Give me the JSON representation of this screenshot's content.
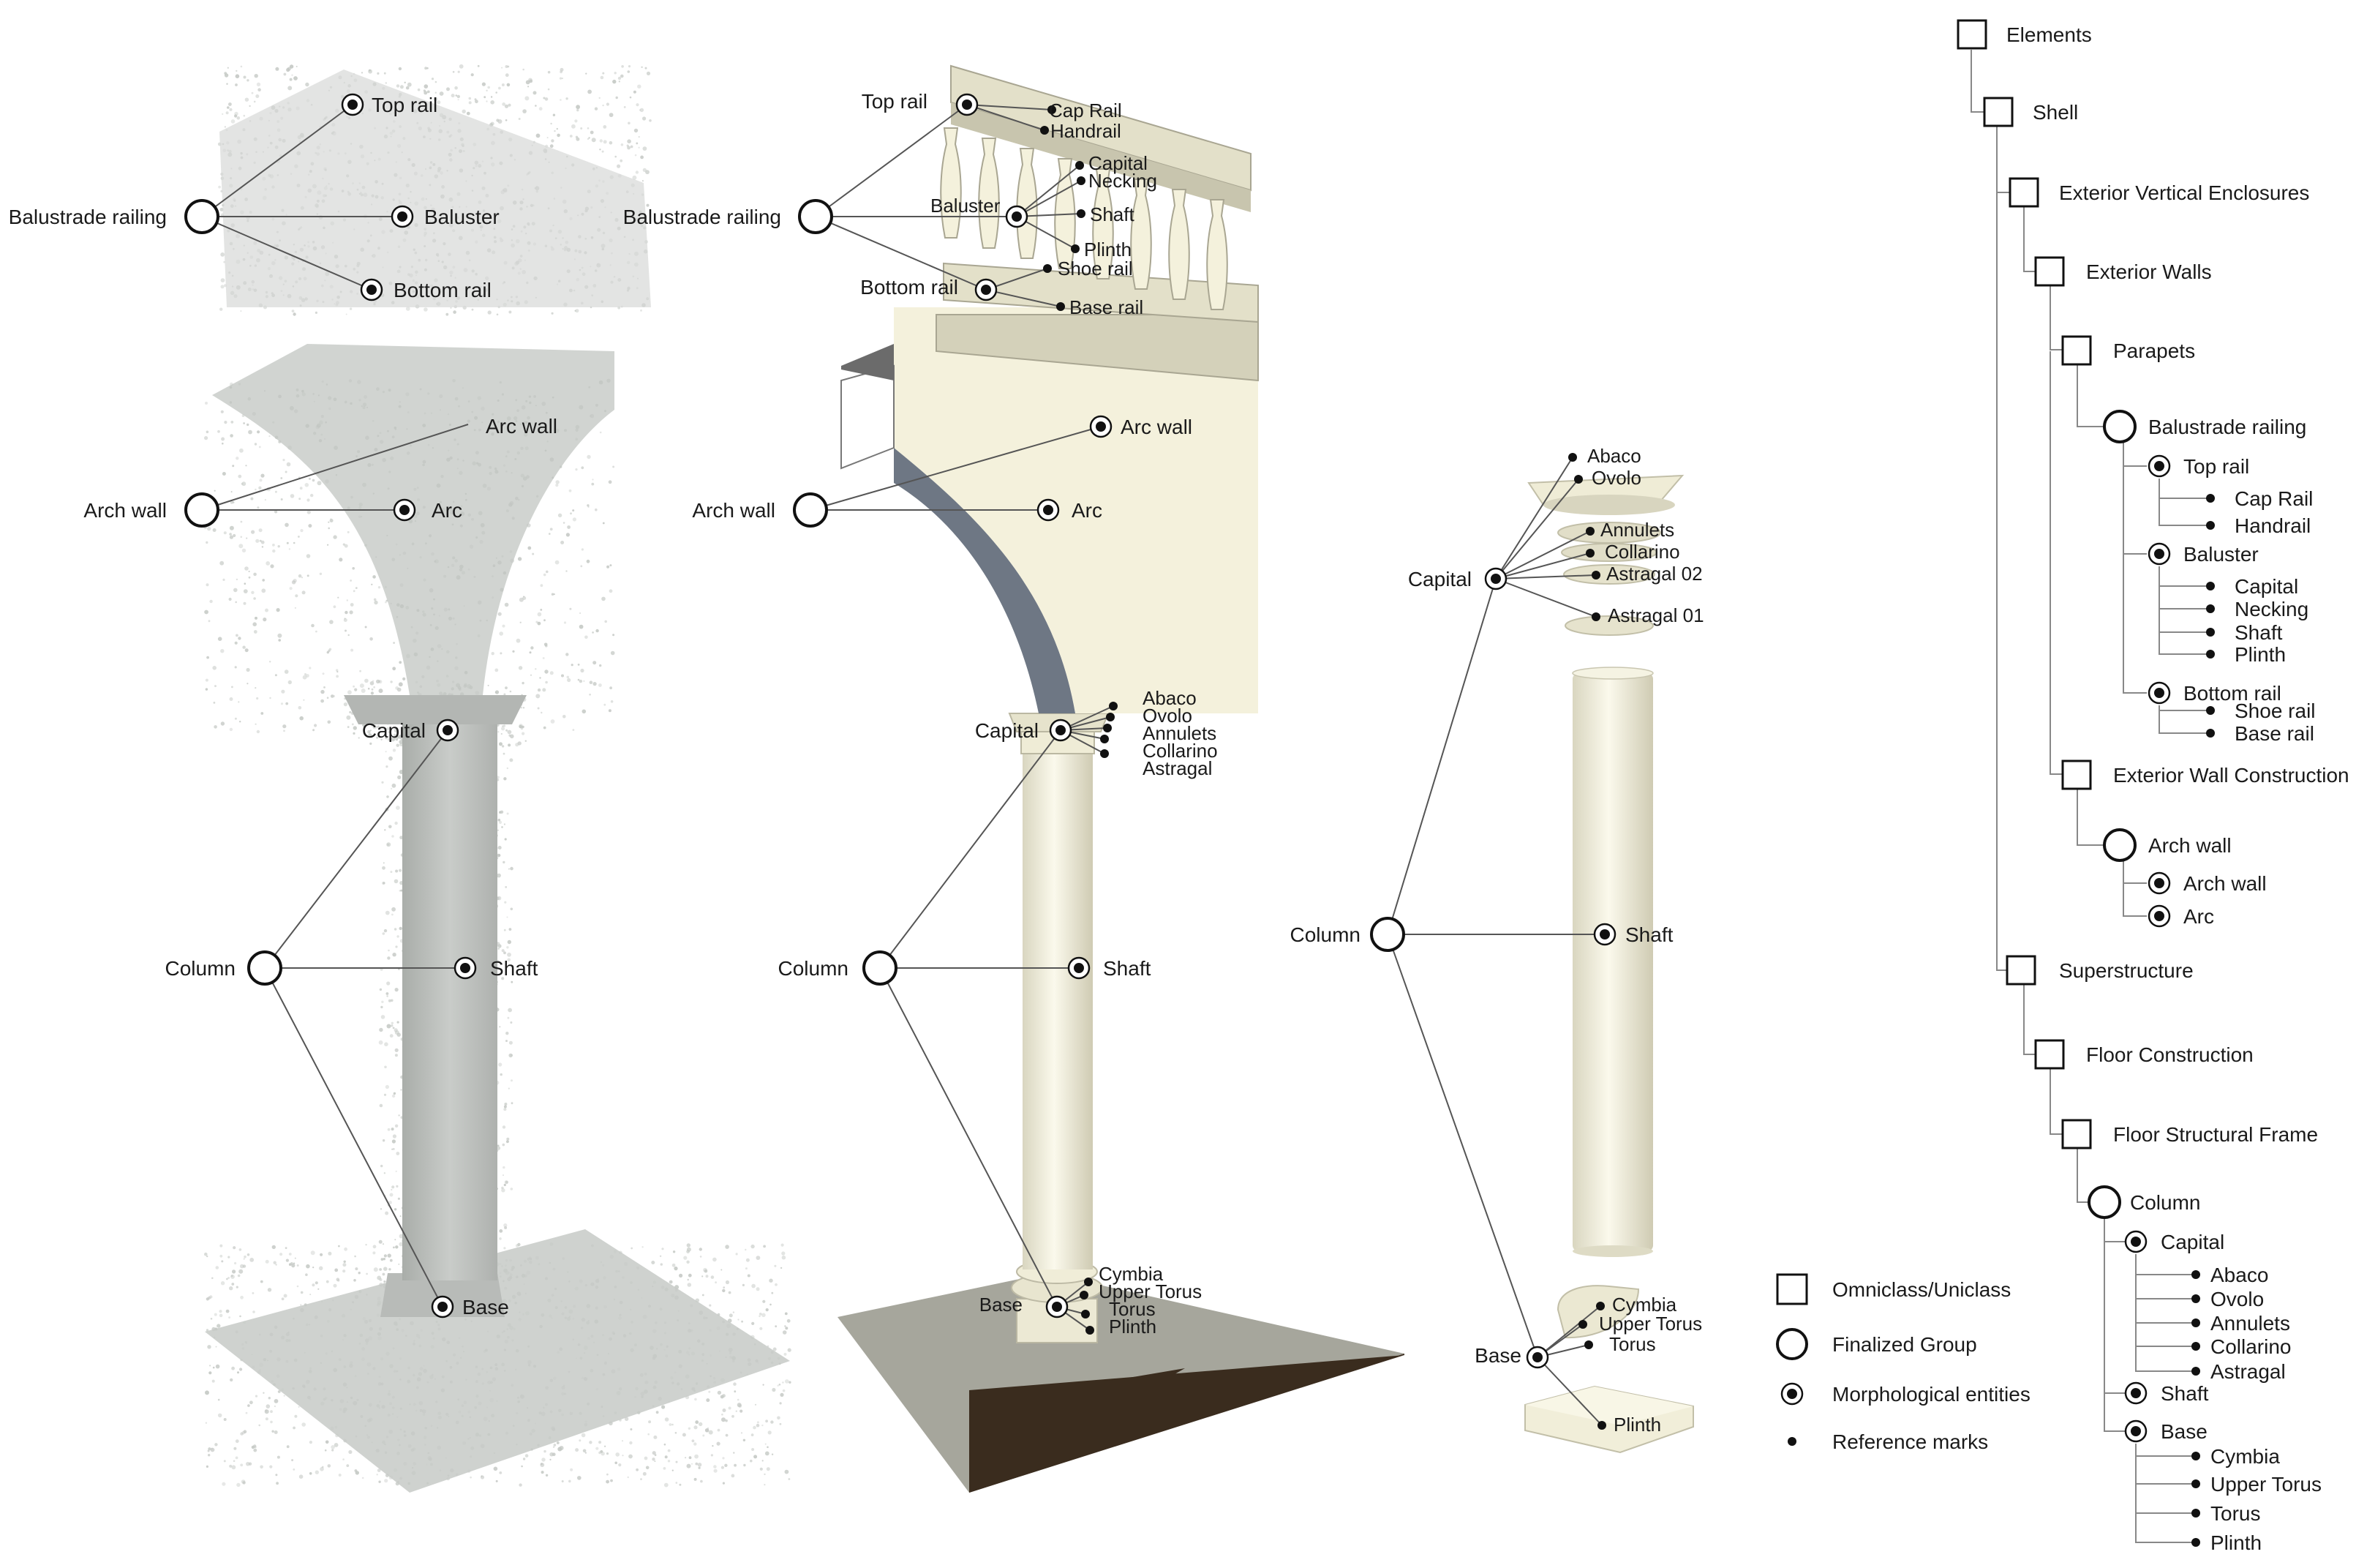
{
  "pointcloud": {
    "balustrade": "Balustrade railing",
    "top_rail": "Top rail",
    "baluster": "Baluster",
    "bottom_rail": "Bottom rail",
    "arch_wall_group": "Arch wall",
    "arc_wall": "Arc wall",
    "arc": "Arc",
    "capital": "Capital",
    "column": "Column",
    "shaft": "Shaft",
    "base": "Base"
  },
  "model": {
    "balustrade": "Balustrade railing",
    "top_rail": "Top rail",
    "cap_rail": "Cap Rail",
    "handrail": "Handrail",
    "baluster": "Baluster",
    "capital_b": "Capital",
    "necking": "Necking",
    "shaft_b": "Shaft",
    "plinth_b": "Plinth",
    "bottom_rail": "Bottom rail",
    "shoe_rail": "Shoe rail",
    "base_rail": "Base rail",
    "arch_wall_group": "Arch wall",
    "arc_wall": "Arc wall",
    "arc": "Arc",
    "capital": "Capital",
    "abaco": "Abaco",
    "ovolo": "Ovolo",
    "annulets": "Annulets",
    "collarino": "Collarino",
    "astragal": "Astragal",
    "column": "Column",
    "shaft": "Shaft",
    "base": "Base",
    "cymbia": "Cymbia",
    "upper_torus": "Upper Torus",
    "torus": "Torus",
    "plinth": "Plinth"
  },
  "exploded": {
    "abaco": "Abaco",
    "ovolo": "Ovolo",
    "annulets": "Annulets",
    "collarino": "Collarino",
    "astragal02": "Astragal 02",
    "astragal01": "Astragal 01",
    "capital": "Capital",
    "column": "Column",
    "shaft": "Shaft",
    "base": "Base",
    "cymbia": "Cymbia",
    "upper_torus": "Upper Torus",
    "torus": "Torus",
    "plinth": "Plinth"
  },
  "legend": {
    "omniclass": "Omniclass/Uniclass",
    "finalized": "Finalized Group",
    "morph": "Morphological entities",
    "ref": "Reference marks"
  },
  "tree": {
    "elements": "Elements",
    "shell": "Shell",
    "ext_vert": "Exterior Vertical Enclosures",
    "ext_walls": "Exterior Walls",
    "parapets": "Parapets",
    "balustrade": "Balustrade railing",
    "top_rail": "Top rail",
    "cap_rail": "Cap Rail",
    "handrail": "Handrail",
    "baluster": "Baluster",
    "b_capital": "Capital",
    "b_necking": "Necking",
    "b_shaft": "Shaft",
    "b_plinth": "Plinth",
    "bottom_rail": "Bottom rail",
    "shoe_rail": "Shoe rail",
    "base_rail": "Base rail",
    "ext_wall_constr": "Exterior Wall Construction",
    "arch_wall_group": "Arch wall",
    "arch_wall": "Arch wall",
    "arc": "Arc",
    "superstructure": "Superstructure",
    "floor_constr": "Floor Construction",
    "floor_struct": "Floor Structural Frame",
    "column": "Column",
    "capital": "Capital",
    "abaco": "Abaco",
    "ovolo": "Ovolo",
    "annulets": "Annulets",
    "collarino": "Collarino",
    "astragal": "Astragal",
    "shaft": "Shaft",
    "base": "Base",
    "cymbia": "Cymbia",
    "upper_torus": "Upper Torus",
    "torus": "Torus",
    "plinth": "Plinth"
  },
  "colors": {
    "cloud": "#c4c8c4",
    "cream": "#f4f1dc",
    "cream_shade": "#d6d3bd",
    "stone_dark": "#9e9e8e",
    "arch_shadow": "#6b7480",
    "floor": "#3a2c1e",
    "floor_light": "#8a8a80"
  }
}
